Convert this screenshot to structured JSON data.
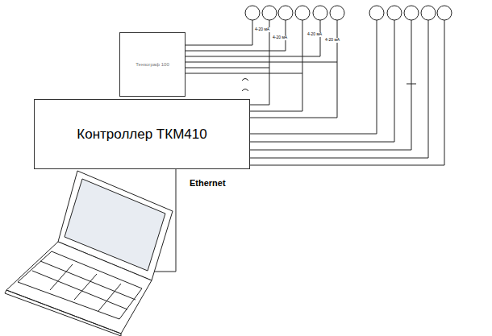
{
  "diagram": {
    "nodes": [
      {
        "text": [
          "Тензограф 100"
        ]
      },
      {
        "text": [
          "Контроллер ТКМ410"
        ]
      }
    ],
    "labels": [
      "Ethernet",
      "4-20 мА",
      "4-20 мА",
      "4-20 мА",
      "4-20 мА"
    ]
  }
}
